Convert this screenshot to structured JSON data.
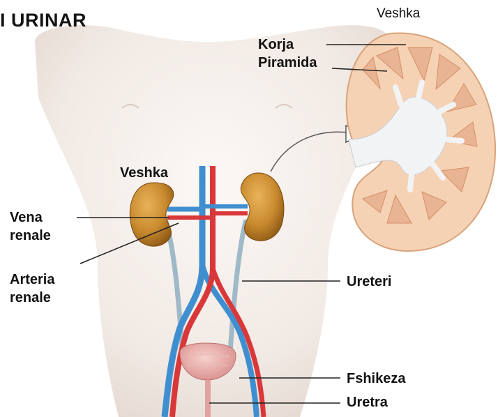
{
  "title": "I URINAR",
  "labels": {
    "kidney_section_title": "Veshka",
    "cortex": "Korja",
    "pyramid": "Piramida",
    "kidney": "Veshka",
    "renal_vein_line1": "Vena",
    "renal_vein_line2": "renale",
    "renal_artery_line1": "Arteria",
    "renal_artery_line2": "renale",
    "ureter": "Ureteri",
    "bladder": "Fshikeza",
    "urethra": "Uretra"
  },
  "colors": {
    "skin": "#f2ebe6",
    "kidney": "#c98a2e",
    "artery": "#d9383a",
    "vein": "#3f8fd0",
    "ureter": "#9fb9c8",
    "bladder": "#e8a9a6",
    "cortex": "#f6d2b4",
    "medulla": "#e9b493"
  }
}
